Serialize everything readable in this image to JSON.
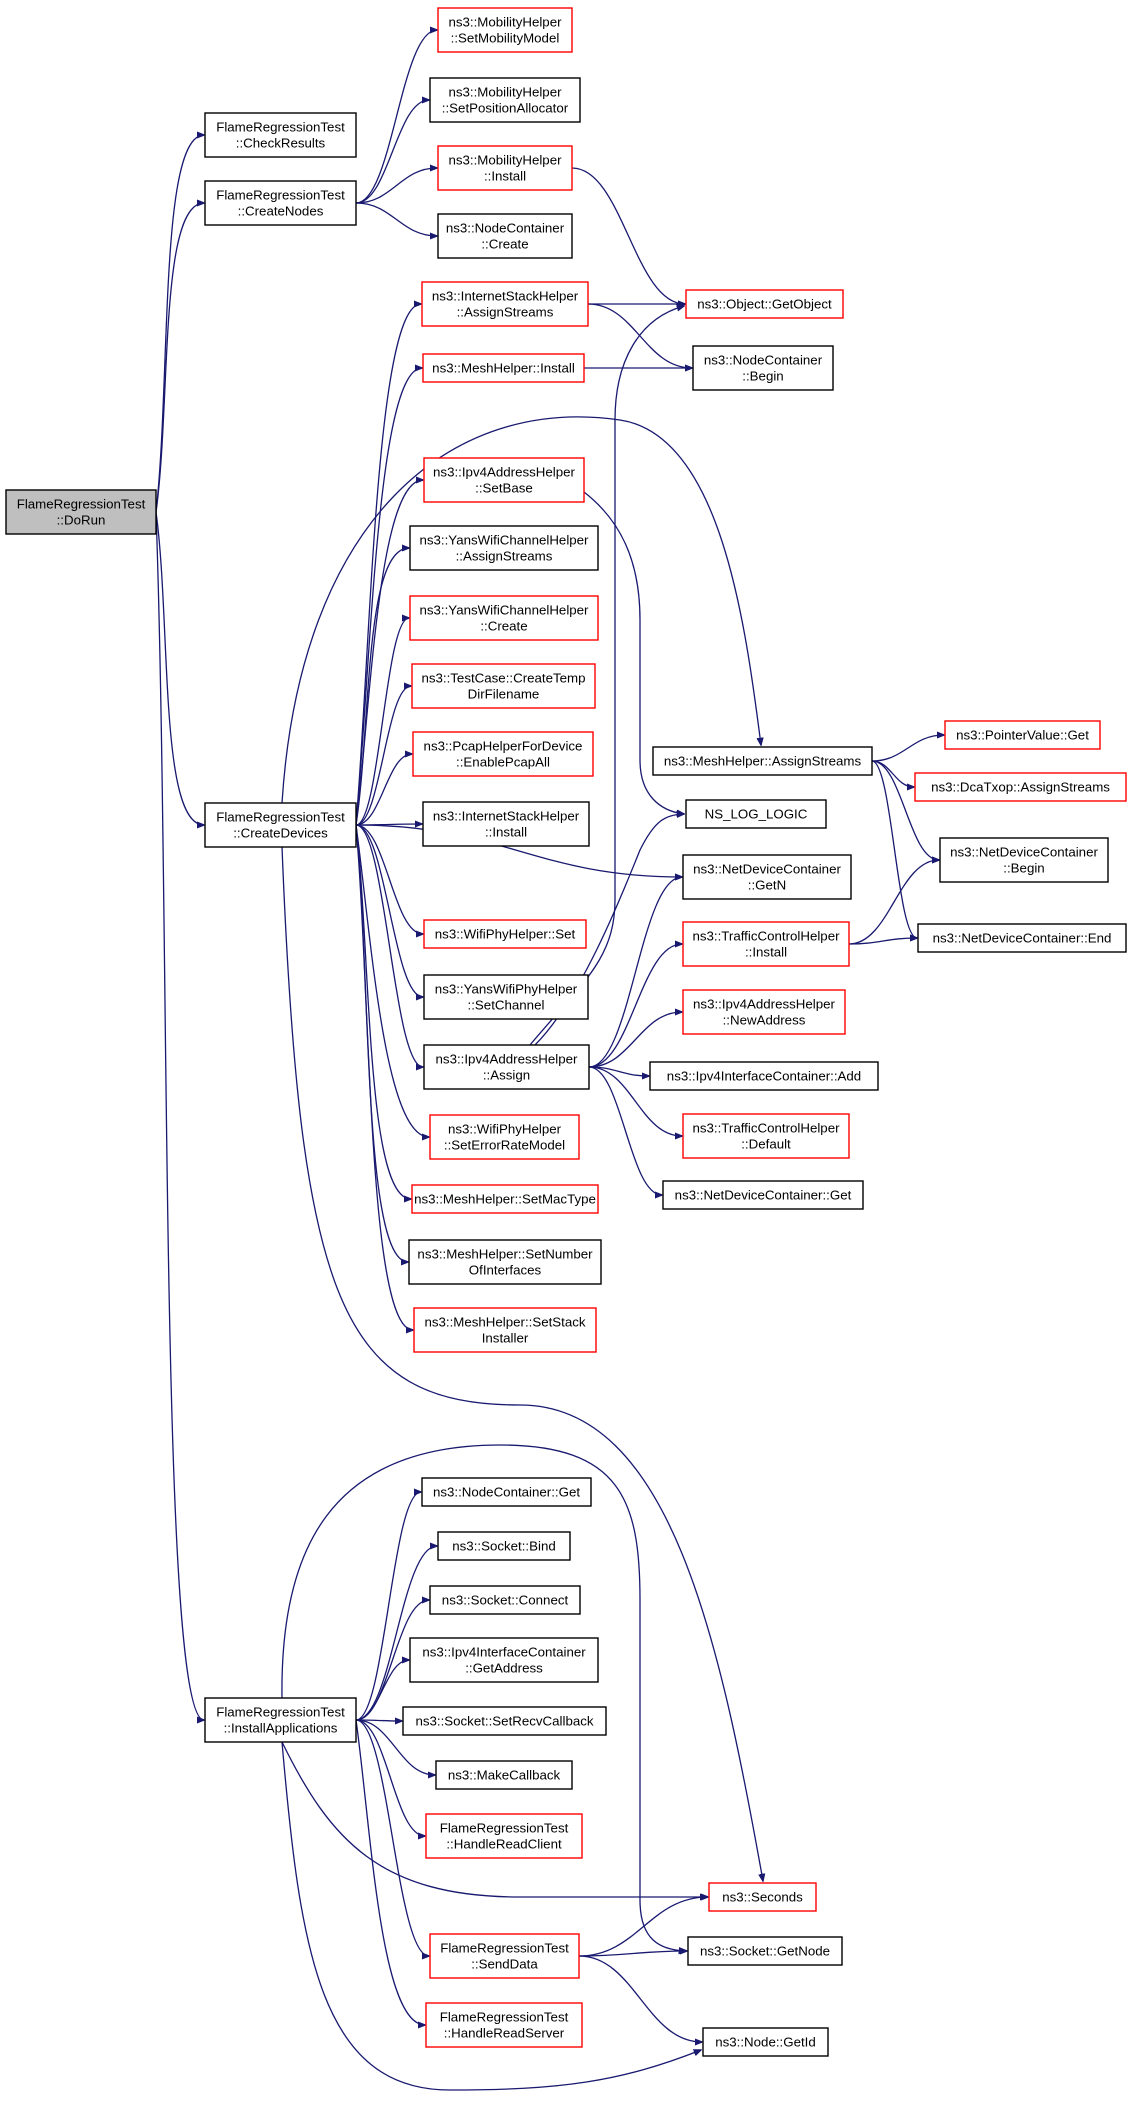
{
  "colors": {
    "edge": "#191970",
    "border_default": "#000000",
    "border_incomplete": "#ff0000",
    "root_fill": "#bfbfbf",
    "node_fill": "#ffffff"
  },
  "nodes": [
    {
      "id": "dorun",
      "lines": [
        "FlameRegressionTest",
        "::DoRun"
      ],
      "style": "root"
    },
    {
      "id": "checkresults",
      "lines": [
        "FlameRegressionTest",
        "::CheckResults"
      ],
      "style": "black"
    },
    {
      "id": "createnodes",
      "lines": [
        "FlameRegressionTest",
        "::CreateNodes"
      ],
      "style": "black"
    },
    {
      "id": "createdevices",
      "lines": [
        "FlameRegressionTest",
        "::CreateDevices"
      ],
      "style": "black"
    },
    {
      "id": "installapps",
      "lines": [
        "FlameRegressionTest",
        "::InstallApplications"
      ],
      "style": "black"
    },
    {
      "id": "mob_setmodel",
      "lines": [
        "ns3::MobilityHelper",
        "::SetMobilityModel"
      ],
      "style": "red"
    },
    {
      "id": "mob_setpos",
      "lines": [
        "ns3::MobilityHelper",
        "::SetPositionAllocator"
      ],
      "style": "black"
    },
    {
      "id": "mob_install",
      "lines": [
        "ns3::MobilityHelper",
        "::Install"
      ],
      "style": "red"
    },
    {
      "id": "nc_create",
      "lines": [
        "ns3::NodeContainer",
        "::Create"
      ],
      "style": "black"
    },
    {
      "id": "object_getobject",
      "lines": [
        "ns3::Object::GetObject"
      ],
      "style": "red"
    },
    {
      "id": "nc_begin",
      "lines": [
        "ns3::NodeContainer",
        "::Begin"
      ],
      "style": "black"
    },
    {
      "id": "ish_assignstreams",
      "lines": [
        "ns3::InternetStackHelper",
        "::AssignStreams"
      ],
      "style": "red"
    },
    {
      "id": "mesh_install",
      "lines": [
        "ns3::MeshHelper::Install"
      ],
      "style": "red"
    },
    {
      "id": "ipv4ah_setbase",
      "lines": [
        "ns3::Ipv4AddressHelper",
        "::SetBase"
      ],
      "style": "red"
    },
    {
      "id": "ywch_assignstreams",
      "lines": [
        "ns3::YansWifiChannelHelper",
        "::AssignStreams"
      ],
      "style": "black"
    },
    {
      "id": "ywch_create",
      "lines": [
        "ns3::YansWifiChannelHelper",
        "::Create"
      ],
      "style": "red"
    },
    {
      "id": "tc_createtemp",
      "lines": [
        "ns3::TestCase::CreateTemp",
        "DirFilename"
      ],
      "style": "red"
    },
    {
      "id": "pcap_enableall",
      "lines": [
        "ns3::PcapHelperForDevice",
        "::EnablePcapAll"
      ],
      "style": "red"
    },
    {
      "id": "ish_install",
      "lines": [
        "ns3::InternetStackHelper",
        "::Install"
      ],
      "style": "black"
    },
    {
      "id": "wifiphy_set",
      "lines": [
        "ns3::WifiPhyHelper::Set"
      ],
      "style": "red"
    },
    {
      "id": "ywph_setchannel",
      "lines": [
        "ns3::YansWifiPhyHelper",
        "::SetChannel"
      ],
      "style": "black"
    },
    {
      "id": "ipv4ah_assign",
      "lines": [
        "ns3::Ipv4AddressHelper",
        "::Assign"
      ],
      "style": "black"
    },
    {
      "id": "wifiphy_seterr",
      "lines": [
        "ns3::WifiPhyHelper",
        "::SetErrorRateModel"
      ],
      "style": "red"
    },
    {
      "id": "mesh_setmactype",
      "lines": [
        "ns3::MeshHelper::SetMacType"
      ],
      "style": "red"
    },
    {
      "id": "mesh_setnumif",
      "lines": [
        "ns3::MeshHelper::SetNumber",
        "OfInterfaces"
      ],
      "style": "black"
    },
    {
      "id": "mesh_setstack",
      "lines": [
        "ns3::MeshHelper::SetStack",
        "Installer"
      ],
      "style": "red"
    },
    {
      "id": "mesh_assignstreams",
      "lines": [
        "ns3::MeshHelper::AssignStreams"
      ],
      "style": "black"
    },
    {
      "id": "ns_log_logic",
      "lines": [
        "NS_LOG_LOGIC"
      ],
      "style": "black"
    },
    {
      "id": "ndc_getn",
      "lines": [
        "ns3::NetDeviceContainer",
        "::GetN"
      ],
      "style": "black"
    },
    {
      "id": "tch_install",
      "lines": [
        "ns3::TrafficControlHelper",
        "::Install"
      ],
      "style": "red"
    },
    {
      "id": "ipv4ah_newaddr",
      "lines": [
        "ns3::Ipv4AddressHelper",
        "::NewAddress"
      ],
      "style": "red"
    },
    {
      "id": "ipv4ic_add",
      "lines": [
        "ns3::Ipv4InterfaceContainer::Add"
      ],
      "style": "black"
    },
    {
      "id": "tch_default",
      "lines": [
        "ns3::TrafficControlHelper",
        "::Default"
      ],
      "style": "red"
    },
    {
      "id": "ndc_get",
      "lines": [
        "ns3::NetDeviceContainer::Get"
      ],
      "style": "black"
    },
    {
      "id": "pointervalue_get",
      "lines": [
        "ns3::PointerValue::Get"
      ],
      "style": "red"
    },
    {
      "id": "dcatxop_assign",
      "lines": [
        "ns3::DcaTxop::AssignStreams"
      ],
      "style": "red"
    },
    {
      "id": "ndc_begin",
      "lines": [
        "ns3::NetDeviceContainer",
        "::Begin"
      ],
      "style": "black"
    },
    {
      "id": "ndc_end",
      "lines": [
        "ns3::NetDeviceContainer::End"
      ],
      "style": "black"
    },
    {
      "id": "nc_get",
      "lines": [
        "ns3::NodeContainer::Get"
      ],
      "style": "black"
    },
    {
      "id": "socket_bind",
      "lines": [
        "ns3::Socket::Bind"
      ],
      "style": "black"
    },
    {
      "id": "socket_connect",
      "lines": [
        "ns3::Socket::Connect"
      ],
      "style": "black"
    },
    {
      "id": "ipv4ic_getaddr",
      "lines": [
        "ns3::Ipv4InterfaceContainer",
        "::GetAddress"
      ],
      "style": "black"
    },
    {
      "id": "socket_setrecv",
      "lines": [
        "ns3::Socket::SetRecvCallback"
      ],
      "style": "black"
    },
    {
      "id": "makecallback",
      "lines": [
        "ns3::MakeCallback"
      ],
      "style": "black"
    },
    {
      "id": "handlereadclient",
      "lines": [
        "FlameRegressionTest",
        "::HandleReadClient"
      ],
      "style": "red"
    },
    {
      "id": "seconds",
      "lines": [
        "ns3::Seconds"
      ],
      "style": "red"
    },
    {
      "id": "senddata",
      "lines": [
        "FlameRegressionTest",
        "::SendData"
      ],
      "style": "red"
    },
    {
      "id": "socket_getnode",
      "lines": [
        "ns3::Socket::GetNode"
      ],
      "style": "black"
    },
    {
      "id": "handlereadserver",
      "lines": [
        "FlameRegressionTest",
        "::HandleReadServer"
      ],
      "style": "red"
    },
    {
      "id": "node_getid",
      "lines": [
        "ns3::Node::GetId"
      ],
      "style": "black"
    }
  ],
  "edges": [
    [
      "dorun",
      "checkresults"
    ],
    [
      "dorun",
      "createnodes"
    ],
    [
      "dorun",
      "createdevices"
    ],
    [
      "dorun",
      "installapps"
    ],
    [
      "createnodes",
      "mob_setmodel"
    ],
    [
      "createnodes",
      "mob_setpos"
    ],
    [
      "createnodes",
      "mob_install"
    ],
    [
      "createnodes",
      "nc_create"
    ],
    [
      "mob_install",
      "object_getobject"
    ],
    [
      "ish_assignstreams",
      "object_getobject"
    ],
    [
      "ish_assignstreams",
      "nc_begin"
    ],
    [
      "mesh_install",
      "nc_begin"
    ],
    [
      "ipv4ah_setbase",
      "ns_log_logic"
    ],
    [
      "createdevices",
      "ish_assignstreams"
    ],
    [
      "createdevices",
      "mesh_install"
    ],
    [
      "createdevices",
      "mesh_assignstreams"
    ],
    [
      "createdevices",
      "ipv4ah_setbase"
    ],
    [
      "createdevices",
      "ywch_assignstreams"
    ],
    [
      "createdevices",
      "ywch_create"
    ],
    [
      "createdevices",
      "tc_createtemp"
    ],
    [
      "createdevices",
      "pcap_enableall"
    ],
    [
      "createdevices",
      "ish_install"
    ],
    [
      "createdevices",
      "ndc_getn"
    ],
    [
      "createdevices",
      "wifiphy_set"
    ],
    [
      "createdevices",
      "ywph_setchannel"
    ],
    [
      "createdevices",
      "ipv4ah_assign"
    ],
    [
      "createdevices",
      "wifiphy_seterr"
    ],
    [
      "createdevices",
      "mesh_setmactype"
    ],
    [
      "createdevices",
      "mesh_setnumif"
    ],
    [
      "createdevices",
      "mesh_setstack"
    ],
    [
      "createdevices",
      "seconds"
    ],
    [
      "mesh_assignstreams",
      "pointervalue_get"
    ],
    [
      "mesh_assignstreams",
      "dcatxop_assign"
    ],
    [
      "mesh_assignstreams",
      "ndc_begin"
    ],
    [
      "mesh_assignstreams",
      "ndc_end"
    ],
    [
      "ipv4ah_assign",
      "object_getobject"
    ],
    [
      "ipv4ah_assign",
      "ns_log_logic"
    ],
    [
      "ipv4ah_assign",
      "ndc_getn"
    ],
    [
      "ipv4ah_assign",
      "tch_install"
    ],
    [
      "ipv4ah_assign",
      "ipv4ah_newaddr"
    ],
    [
      "ipv4ah_assign",
      "ipv4ic_add"
    ],
    [
      "ipv4ah_assign",
      "tch_default"
    ],
    [
      "ipv4ah_assign",
      "ndc_get"
    ],
    [
      "tch_install",
      "ndc_begin"
    ],
    [
      "tch_install",
      "ndc_end"
    ],
    [
      "installapps",
      "nc_get"
    ],
    [
      "installapps",
      "socket_bind"
    ],
    [
      "installapps",
      "socket_connect"
    ],
    [
      "installapps",
      "ipv4ic_getaddr"
    ],
    [
      "installapps",
      "socket_setrecv"
    ],
    [
      "installapps",
      "makecallback"
    ],
    [
      "installapps",
      "handlereadclient"
    ],
    [
      "installapps",
      "seconds"
    ],
    [
      "installapps",
      "senddata"
    ],
    [
      "installapps",
      "socket_getnode"
    ],
    [
      "installapps",
      "handlereadserver"
    ],
    [
      "installapps",
      "node_getid"
    ],
    [
      "senddata",
      "seconds"
    ],
    [
      "senddata",
      "socket_getnode"
    ],
    [
      "senddata",
      "node_getid"
    ]
  ]
}
